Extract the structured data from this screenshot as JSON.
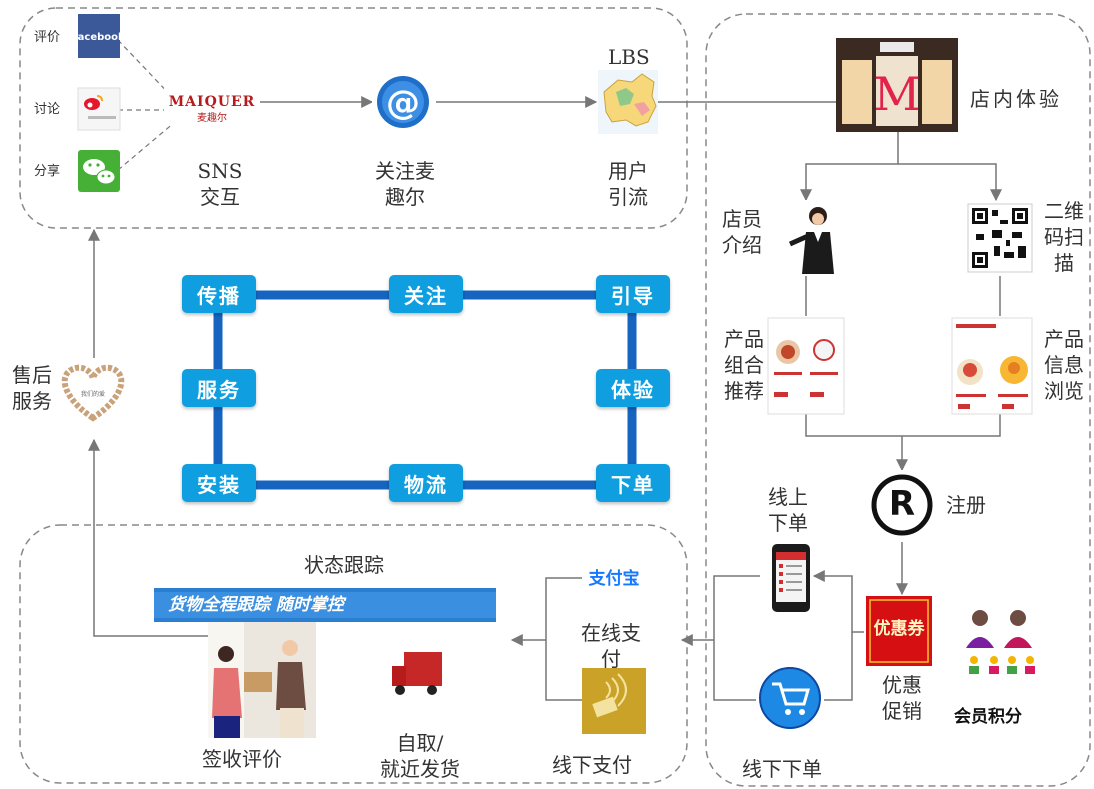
{
  "sns_panel": {
    "sources": [
      {
        "label": "评价",
        "icon": "facebook-icon",
        "text": "facebook",
        "color": "#3b5998"
      },
      {
        "label": "讨论",
        "icon": "weibo-icon",
        "color": "#e6162d"
      },
      {
        "label": "分享",
        "icon": "wechat-icon",
        "color": "#45b035"
      }
    ],
    "brand_logo": "MAIQUER",
    "brand_sub": "麦趣尔",
    "lbs_label": "LBS",
    "steps": [
      {
        "line1": "SNS",
        "line2": "交互"
      },
      {
        "line1": "关注麦",
        "line2": "趣尔"
      },
      {
        "line1": "用户",
        "line2": "引流"
      }
    ]
  },
  "store_panel": {
    "store_experience": "店内体验",
    "staff_intro": [
      "店员",
      "介绍"
    ],
    "qr_scan": [
      "二维",
      "码扫",
      "描"
    ],
    "combo_recommend": [
      "产品",
      "组合",
      "推荐"
    ],
    "product_info": [
      "产品",
      "信息",
      "浏览"
    ],
    "register": "注册",
    "register_symbol": "R",
    "online_order": [
      "线上",
      "下单"
    ],
    "coupon": "优惠券",
    "promotion": [
      "优惠",
      "促销"
    ],
    "member_points": "会员积分",
    "offline_order": "线下下单"
  },
  "delivery_panel": {
    "status_tracking": "状态跟踪",
    "banner": "货物全程跟踪  随时掌控",
    "sign_review": "签收评价",
    "pickup": [
      "自取/",
      "就近发货"
    ],
    "online_pay": [
      "在线支",
      "付"
    ],
    "alipay_logo": "支付宝",
    "offline_pay": "线下支付"
  },
  "after_sales": [
    "售后",
    "服务"
  ],
  "cycle": {
    "spread": "传播",
    "follow": "关注",
    "guide": "引导",
    "service": "服务",
    "experience": "体验",
    "install": "安装",
    "logistics": "物流",
    "order": "下单"
  },
  "colors": {
    "cycle_box": "#0f9fe0",
    "cycle_line": "#1565c0",
    "arrow": "#777777",
    "panel_border": "#888888"
  }
}
